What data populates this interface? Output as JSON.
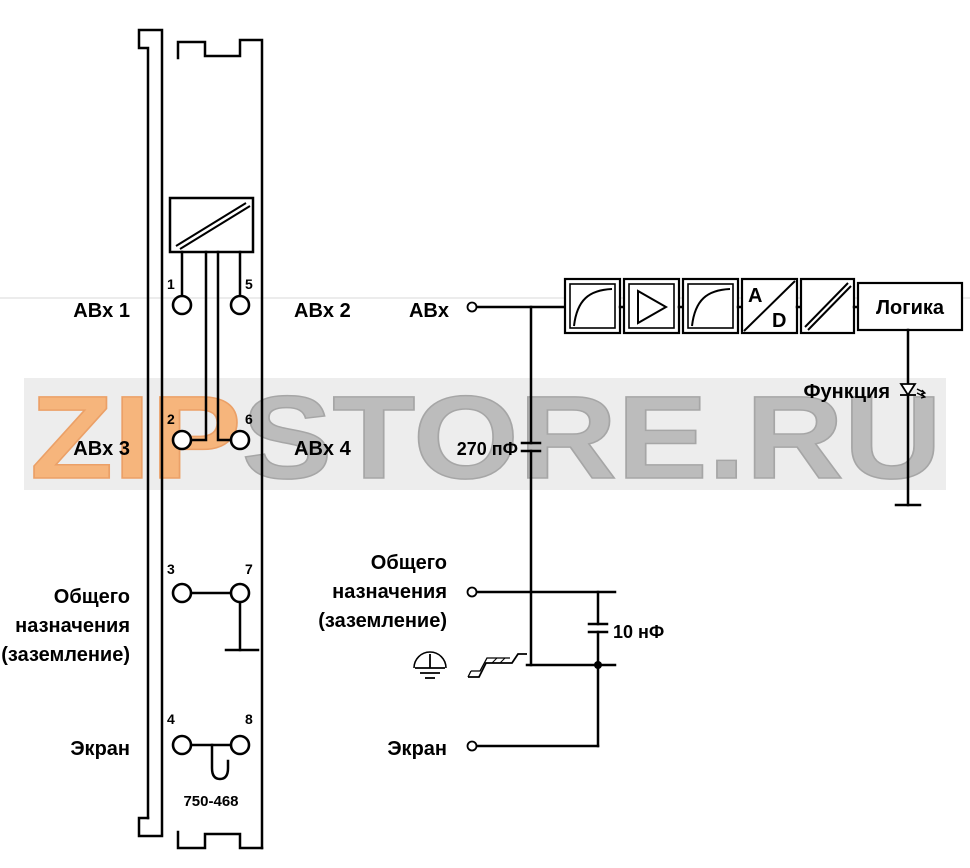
{
  "module": {
    "part_number": "750-468",
    "terminals": {
      "t1": "1",
      "t2": "2",
      "t3": "3",
      "t4": "4",
      "t5": "5",
      "t6": "6",
      "t7": "7",
      "t8": "8"
    }
  },
  "left_labels": {
    "input_1": "ABx 1",
    "input_3": "ABx 3",
    "common_line1": "Общего",
    "common_line2": "назначения",
    "common_line3": "(заземление)",
    "shield": "Экран"
  },
  "module_right_labels": {
    "input_2": "ABx 2",
    "input_4": "ABx 4"
  },
  "schematic": {
    "input": "ABx",
    "capacitor_input": "270 пФ",
    "ad_converter": {
      "a": "A",
      "d": "D"
    },
    "logic": "Логика",
    "function": "Функция",
    "common_line1": "Общего",
    "common_line2": "назначения",
    "common_line3": "(заземление)",
    "capacitor_common": "10 нФ",
    "shield": "Экран"
  },
  "watermark": {
    "part1": "ZIP",
    "part2": "STORE.RU"
  },
  "colors": {
    "line": "#000000",
    "watermark_orange": "#f6b57c",
    "watermark_gray": "#bcbcbc",
    "watermark_band": "#ededed"
  }
}
